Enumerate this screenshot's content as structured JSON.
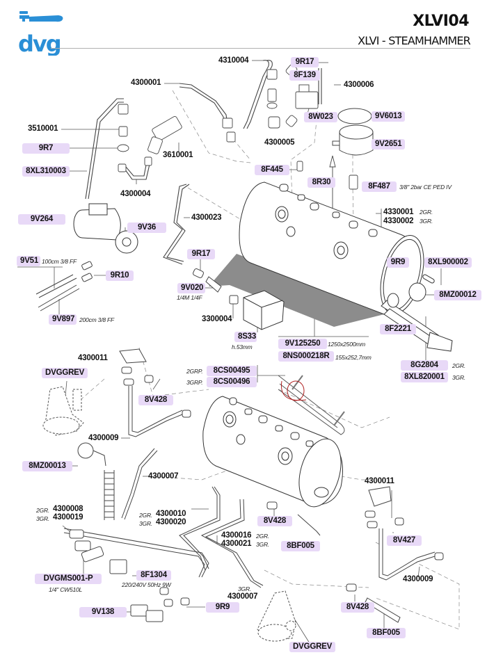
{
  "header": {
    "brand": "dvg",
    "model_code": "XLVI04",
    "model_name": "XLVI - STEAMHAMMER"
  },
  "colors": {
    "brand_blue": "#2a8fd6",
    "label_highlight": "#e8d9f7",
    "insulation_grey": "#8c8c8c",
    "wire_red": "#b02020"
  },
  "parts": {
    "p4310004": "4310004",
    "p9R17_top": "9R17",
    "p8F139": "8F139",
    "p4300006": "4300006",
    "p4300001": "4300001",
    "p3510001": "3510001",
    "p9R7": "9R7",
    "p8XL310003": "8XL310003",
    "p3610001": "3610001",
    "p4300004": "4300004",
    "p8W023": "8W023",
    "p9V6013": "9V6013",
    "p4300005": "4300005",
    "p9V2651": "9V2651",
    "p8F445": "8F445",
    "p8R30": "8R30",
    "p8F487": "8F487",
    "p8F487_note": "3/8\" 2bar CE PED IV",
    "p9V264": "9V264",
    "p9V36": "9V36",
    "p4300023": "4300023",
    "p4330001": "4330001",
    "p4330001_note": "2GR.",
    "p4330002": "4330002",
    "p4330002_note": "3GR.",
    "p9V51": "9V51",
    "p9V51_note": "100cm 3/8 FF",
    "p9R10": "9R10",
    "p9R17_mid": "9R17",
    "p9R9_boiler": "9R9",
    "p8XL900002": "8XL900002",
    "p9V020": "9V020",
    "p9V020_note": "1/4M 1/4F",
    "p8MZ00012": "8MZ00012",
    "p3300004": "3300004",
    "p9V897": "9V897",
    "p9V897_note": "200cm 3/8 FF",
    "p8F2221": "8F2221",
    "p8S33": "8S33",
    "p8S33_note": "h.53mm",
    "p9V125250": "9V125250",
    "p9V125250_note": "1250x2500mm",
    "p8NS000218R": "8NS000218R",
    "p8NS000218R_note": "155x252,7mm",
    "p8G2804": "8G2804",
    "p8G2804_note": "2GR.",
    "p8XL820001": "8XL820001",
    "p8XL820001_note": "3GR.",
    "p4300011_left": "4300011",
    "pDVGGREV_left": "DVGGREV",
    "p8CS00495_prefix": "2GRP.",
    "p8CS00495": "8CS00495",
    "p8CS00496_prefix": "3GRP.",
    "p8CS00496": "8CS00496",
    "p8V428_left": "8V428",
    "p4300009_left": "4300009",
    "p8MZ00013": "8MZ00013",
    "p4300007_top": "4300007",
    "p4300011_right": "4300011",
    "p4300008_prefix": "2GR.",
    "p4300008": "4300008",
    "p4300019_prefix": "3GR.",
    "p4300019": "4300019",
    "p4300010_prefix": "2GR.",
    "p4300010": "4300010",
    "p4300020_prefix": "3GR.",
    "p4300020": "4300020",
    "p8V428_mid": "8V428",
    "p8V427": "8V427",
    "p4300016": "4300016",
    "p4300016_note": "2GR.",
    "p4300021": "4300021",
    "p4300021_note": "3GR.",
    "p8BF005_mid": "8BF005",
    "pDVGMS001P": "DVGMS001-P",
    "pDVGMS001P_note": "1/4\" CW510L",
    "p8F1304": "8F1304",
    "p8F1304_note": "220/240V 50Hz 9W",
    "p4300009_right": "4300009",
    "p4300007_bottom_prefix": "3GR.",
    "p4300007_bottom": "4300007",
    "p9V138": "9V138",
    "p9R9_bottom": "9R9",
    "p8V428_right": "8V428",
    "p8BF005_right": "8BF005",
    "pDVGGREV_bottom": "DVGGREV"
  }
}
